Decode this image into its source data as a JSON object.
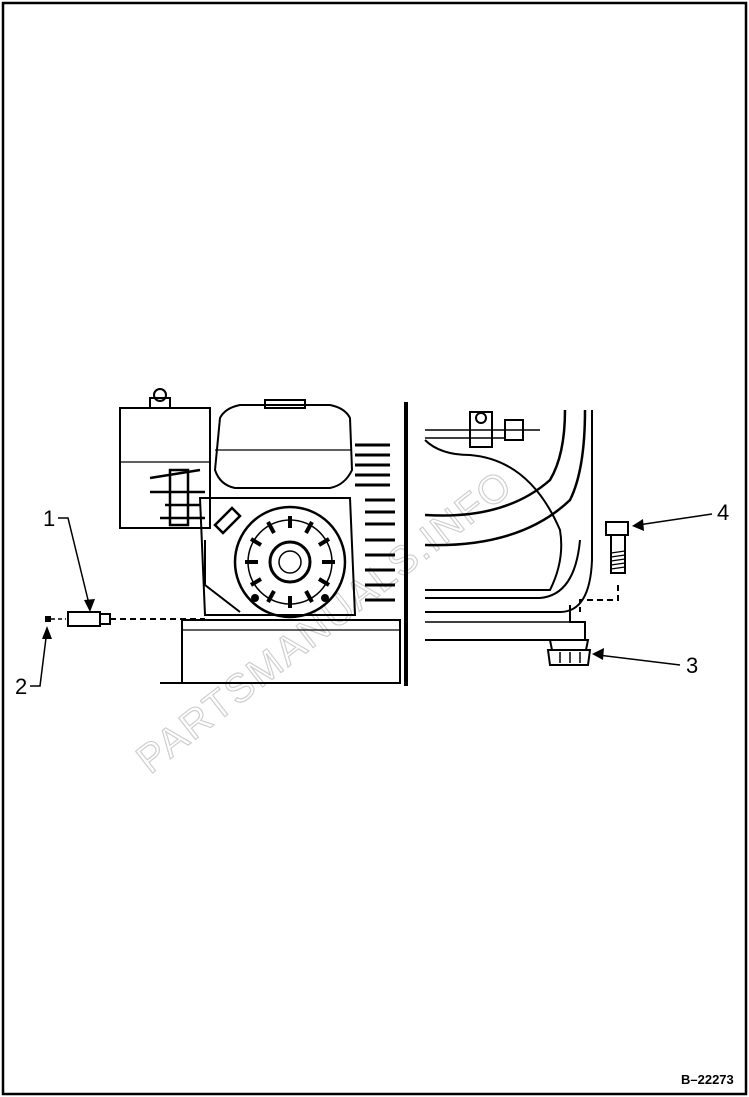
{
  "figure": {
    "reference": "B–22273",
    "watermark_text": "PARTSMANUALS.INFO"
  },
  "callouts": [
    {
      "number": "1"
    },
    {
      "number": "2"
    },
    {
      "number": "3"
    },
    {
      "number": "4"
    }
  ],
  "colors": {
    "ink": "#000000",
    "background": "#ffffff",
    "watermark": "#cfcfcf"
  }
}
